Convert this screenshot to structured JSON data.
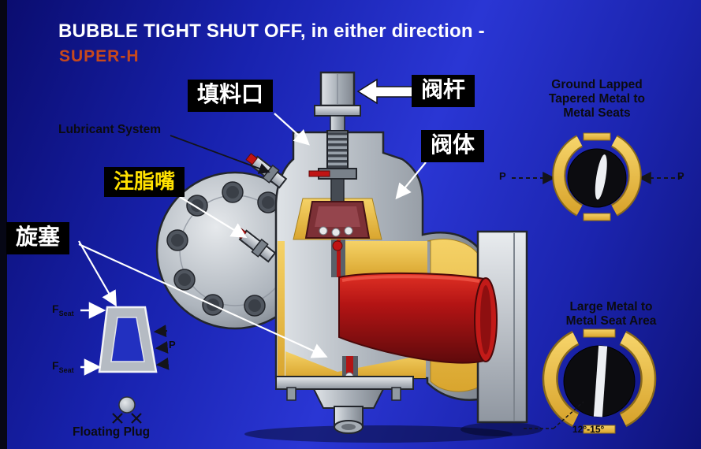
{
  "slide": {
    "title": "BUBBLE TIGHT SHUT OFF, in either direction -",
    "product_name": "SUPER-H"
  },
  "callouts": {
    "packing_port": "填料口",
    "valve_stem": "阀杆",
    "valve_body": "阀体",
    "grease_fitting": "注脂嘴",
    "plug": "旋塞"
  },
  "annotations": {
    "lubricant_system": "Lubricant System",
    "ground_lapped_seats": [
      "Ground Lapped",
      "Tapered Metal to",
      "Metal Seats"
    ],
    "large_metal_seat": [
      "Large Metal to",
      "Metal Seat Area"
    ],
    "floating_plug": "Floating Plug",
    "force_symbol": "F",
    "force_subscript": "Seat",
    "pressure_symbol": "P",
    "seat_angle": "12°-15°"
  },
  "colors": {
    "background_blue": "#2130c8",
    "title_white": "#ffffff",
    "product_orange": "#c8491c",
    "callout_background": "#000000",
    "grease_text_yellow": "#ffe100",
    "body_metal_yellow": "#e8b43c",
    "flow_bore_red": "#b31414",
    "metal_gray": "#b9bfc7"
  }
}
